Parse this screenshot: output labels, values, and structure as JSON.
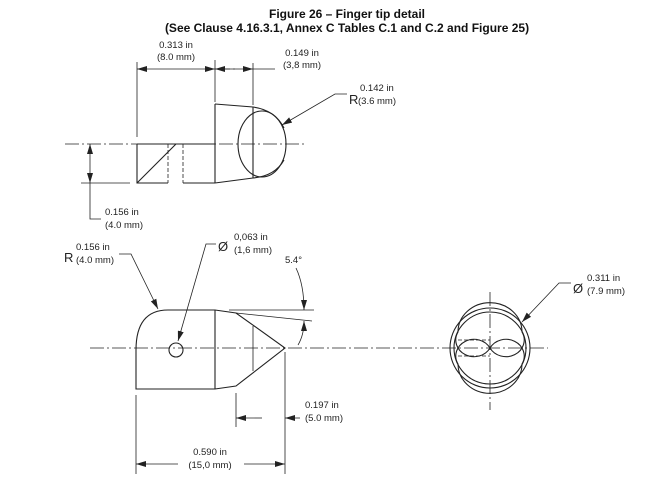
{
  "title": {
    "line1": "Figure 26 – Finger tip detail",
    "line2": "(See Clause 4.16.3.1, Annex C Tables C.1 and C.2 and Figure 25)"
  },
  "top_view": {
    "dim_length": {
      "in": "0.313 in",
      "mm": "(8.0 mm)"
    },
    "dim_tip": {
      "in": "0.149 in",
      "mm": "(3,8 mm)"
    },
    "radius": {
      "symbol": "R",
      "in": "0.142 in",
      "mm": "(3.6 mm)"
    },
    "dim_half_height": {
      "in": "0.156 in",
      "mm": "(4.0 mm)"
    }
  },
  "side_view": {
    "radius": {
      "symbol": "R",
      "in": "0.156 in",
      "mm": "(4.0 mm)"
    },
    "hole": {
      "symbol": "Ø",
      "in": "0,063 in",
      "mm": "(1,6 mm)"
    },
    "angle": "5.4°",
    "dim_cone": {
      "in": "0.197 in",
      "mm": "(5.0 mm)"
    },
    "dim_total": {
      "in": "0.590 in",
      "mm": "(15,0 mm)"
    }
  },
  "end_view": {
    "diameter": {
      "symbol": "Ø",
      "in": "0.311 in",
      "mm": "(7.9 mm)"
    }
  }
}
